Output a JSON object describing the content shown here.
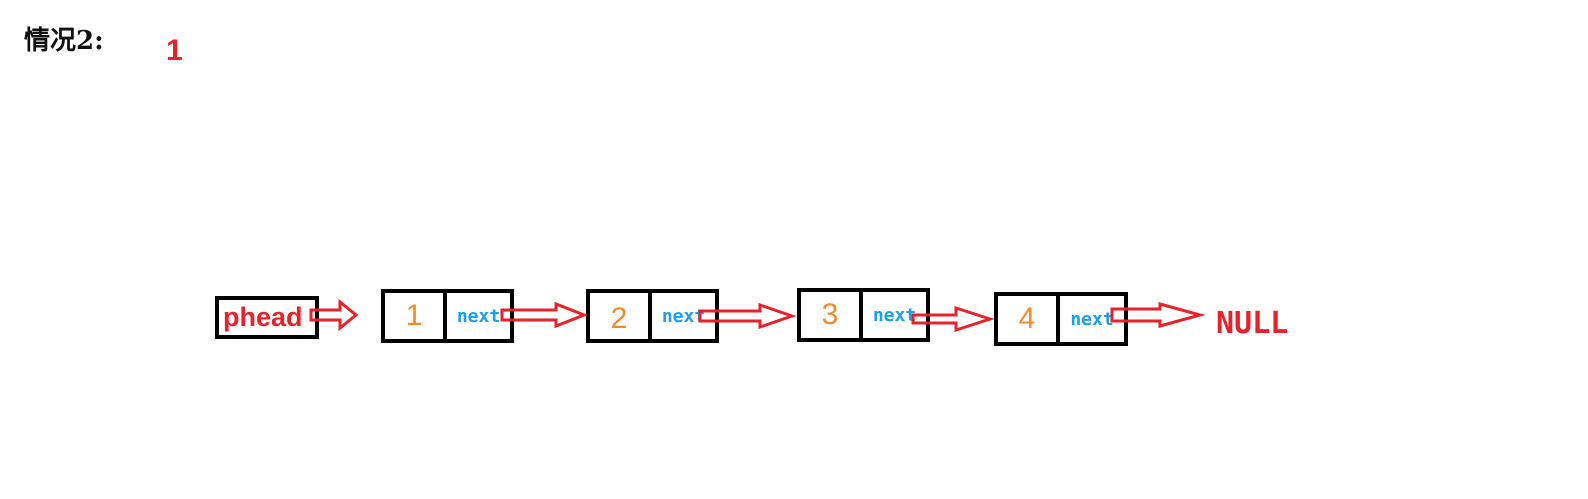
{
  "title": "情况2:",
  "counter": "1",
  "head": {
    "label": "phead"
  },
  "nodes": [
    {
      "value": "1",
      "next_label": "next"
    },
    {
      "value": "2",
      "next_label": "next"
    },
    {
      "value": "3",
      "next_label": "next"
    },
    {
      "value": "4",
      "next_label": "next"
    }
  ],
  "terminal": "NULL",
  "colors": {
    "arrow": "#e8212b",
    "head_text": "#e8212b",
    "node_value": "#f28a2e",
    "next_text": "#1aa0e8",
    "border": "#000000"
  }
}
